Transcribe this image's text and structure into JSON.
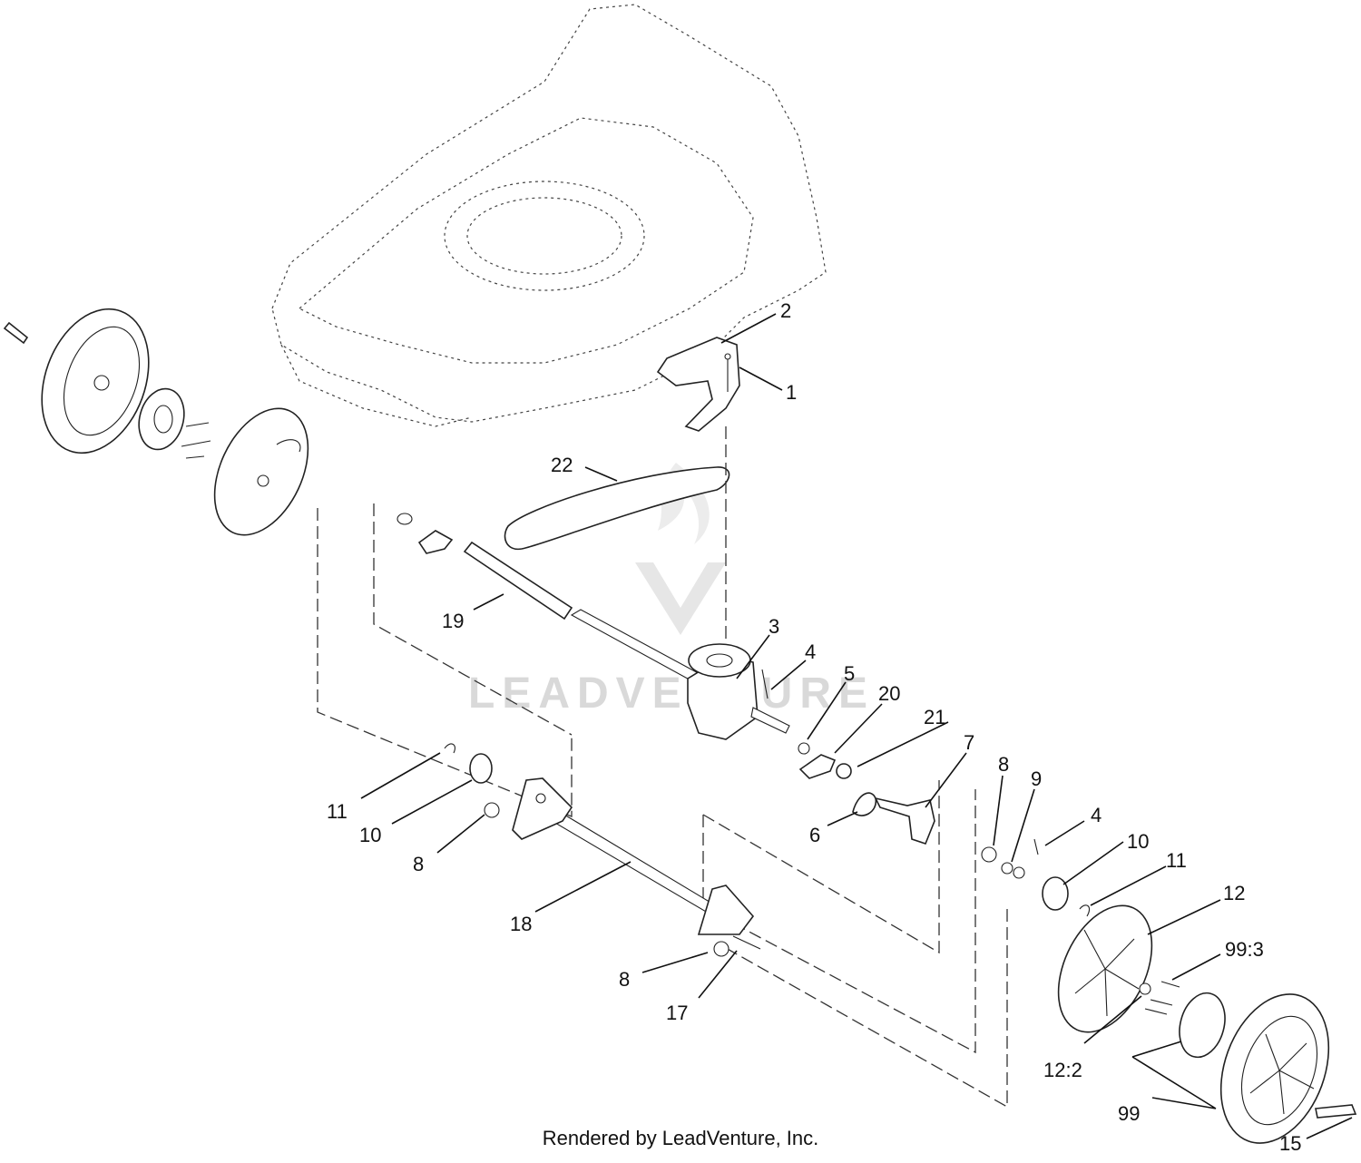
{
  "watermark": {
    "text": "LEADVENTURE"
  },
  "footer": {
    "credit": "Rendered by LeadVenture, Inc."
  },
  "callouts": [
    {
      "id": "c-2",
      "label": "2"
    },
    {
      "id": "c-1",
      "label": "1"
    },
    {
      "id": "c-22",
      "label": "22"
    },
    {
      "id": "c-19",
      "label": "19"
    },
    {
      "id": "c-3",
      "label": "3"
    },
    {
      "id": "c-4a",
      "label": "4"
    },
    {
      "id": "c-5",
      "label": "5"
    },
    {
      "id": "c-20",
      "label": "20"
    },
    {
      "id": "c-21",
      "label": "21"
    },
    {
      "id": "c-7",
      "label": "7"
    },
    {
      "id": "c-8a",
      "label": "8"
    },
    {
      "id": "c-9",
      "label": "9"
    },
    {
      "id": "c-4b",
      "label": "4"
    },
    {
      "id": "c-10a",
      "label": "10"
    },
    {
      "id": "c-11a",
      "label": "11"
    },
    {
      "id": "c-12",
      "label": "12"
    },
    {
      "id": "c-993",
      "label": "99:3"
    },
    {
      "id": "c-6",
      "label": "6"
    },
    {
      "id": "c-11b",
      "label": "11"
    },
    {
      "id": "c-10b",
      "label": "10"
    },
    {
      "id": "c-8b",
      "label": "8"
    },
    {
      "id": "c-18",
      "label": "18"
    },
    {
      "id": "c-8c",
      "label": "8"
    },
    {
      "id": "c-17",
      "label": "17"
    },
    {
      "id": "c-122",
      "label": "12:2"
    },
    {
      "id": "c-99",
      "label": "99"
    },
    {
      "id": "c-15",
      "label": "15"
    }
  ]
}
